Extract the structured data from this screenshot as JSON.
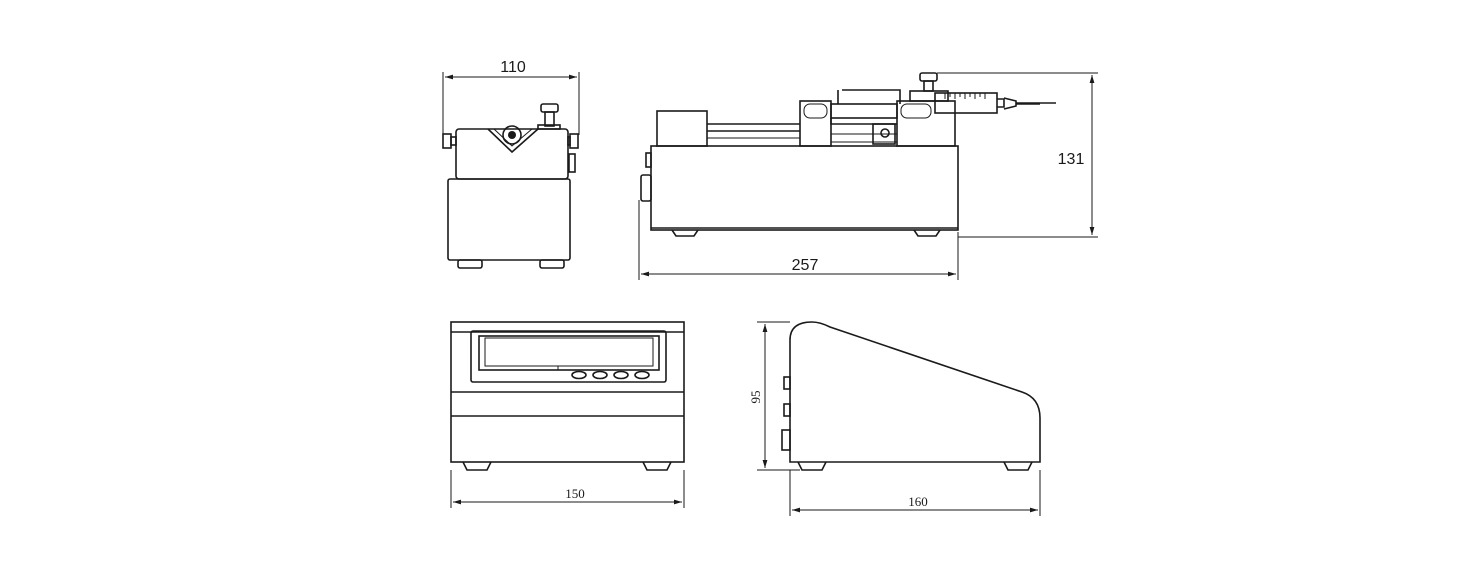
{
  "dimensions": {
    "side_width": "110",
    "length": "257",
    "height": "131",
    "front_width": "150",
    "profile_height": "95",
    "profile_depth": "160"
  }
}
